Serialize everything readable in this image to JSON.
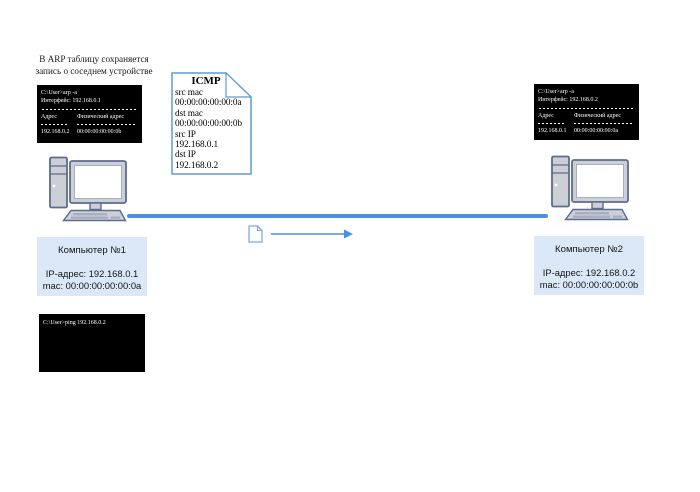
{
  "note": {
    "line1": "В ARP таблицу сохраняется",
    "line2": "запись о соседнем устройстве"
  },
  "terminals": {
    "pc1_arp": {
      "prompt": "C:\\User>arp -a",
      "interface_line": "Интерфейс: 192.168.0.1",
      "header_address": "Адрес",
      "header_physical": "Физический адрес",
      "entry_address": "192.168.0.2",
      "entry_physical": "00:00:00:00:00:0b"
    },
    "pc2_arp": {
      "prompt": "C:\\User>arp -a",
      "interface_line": "Интерфейс: 192.168.0.2",
      "header_address": "Адрес",
      "header_physical": "Физический адрес",
      "entry_address": "192.168.0.1",
      "entry_physical": "00:00:00:00:00:0a"
    },
    "pc1_ping": {
      "prompt": "C:\\User>ping 192.168.0.2"
    }
  },
  "icmp_packet": {
    "title": "ICMP",
    "fields": [
      {
        "label": "src mac",
        "value": "00:00:00:00:00:0a"
      },
      {
        "label": "dst mac",
        "value": "00:00:00:00:00:0b"
      },
      {
        "label": "src IP",
        "value": "192.168.0.1"
      },
      {
        "label": "dst IP",
        "value": "192.168.0.2"
      }
    ]
  },
  "computers": {
    "pc1": {
      "name": "Компьютер №1",
      "ip_line": "IP-адрес: 192.168.0.1",
      "mac_line": "mac: 00:00:00:00:00:0a"
    },
    "pc2": {
      "name": "Компьютер №2",
      "ip_line": "IP-адрес: 192.168.0.2",
      "mac_line": "mac: 00:00:00:00:00:0b"
    }
  },
  "colors": {
    "link_blue": "#4a90e2",
    "doc_border_blue": "#5b9bd5",
    "panel_fill": "#dbe8f7",
    "terminal_bg": "#000000",
    "terminal_text": "#ffffff",
    "icon_fill": "#cdcfd6",
    "icon_stroke": "#5d6b8e"
  }
}
